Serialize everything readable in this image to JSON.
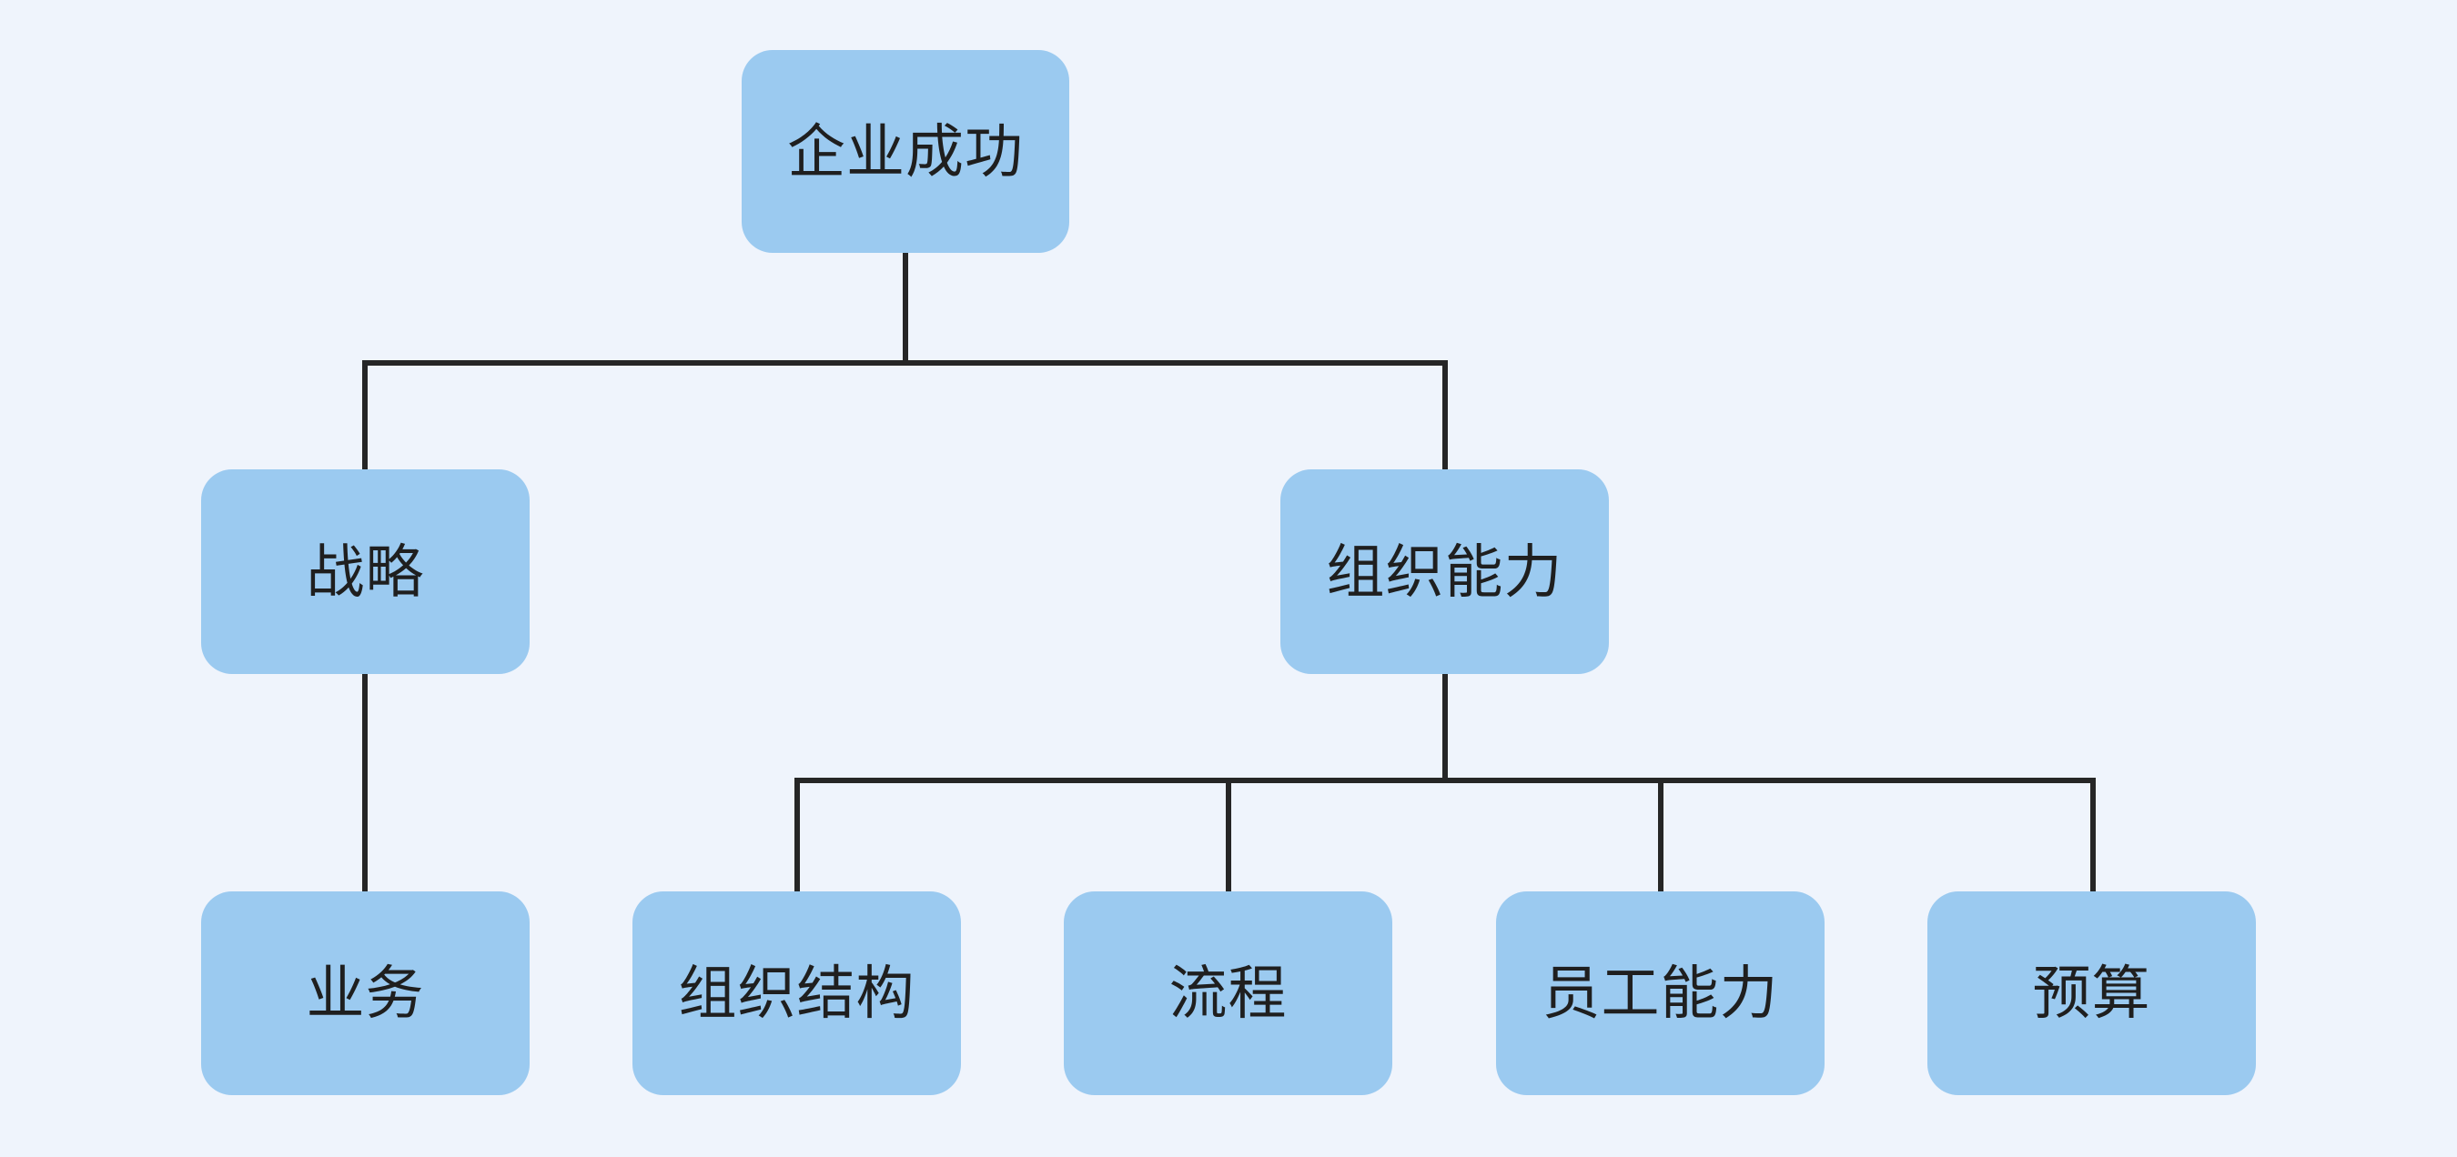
{
  "diagram": {
    "type": "tree-flowchart",
    "direction": "top-down",
    "colors": {
      "background": "#EFF4FC",
      "node_fill": "#9BCAF0",
      "connector": "#262626",
      "text": "#1F1F1F"
    },
    "nodes": {
      "root": {
        "label": "企业成功"
      },
      "strategy": {
        "label": "战略"
      },
      "org_capability": {
        "label": "组织能力"
      },
      "business": {
        "label": "业务"
      },
      "org_structure": {
        "label": "组织结构"
      },
      "process": {
        "label": "流程"
      },
      "staff_capability": {
        "label": "员工能力"
      },
      "budget": {
        "label": "预算"
      }
    },
    "edges": [
      {
        "from": "企业成功",
        "to": "战略"
      },
      {
        "from": "企业成功",
        "to": "组织能力"
      },
      {
        "from": "战略",
        "to": "业务"
      },
      {
        "from": "组织能力",
        "to": "组织结构"
      },
      {
        "from": "组织能力",
        "to": "流程"
      },
      {
        "from": "组织能力",
        "to": "员工能力"
      },
      {
        "from": "组织能力",
        "to": "预算"
      }
    ]
  }
}
